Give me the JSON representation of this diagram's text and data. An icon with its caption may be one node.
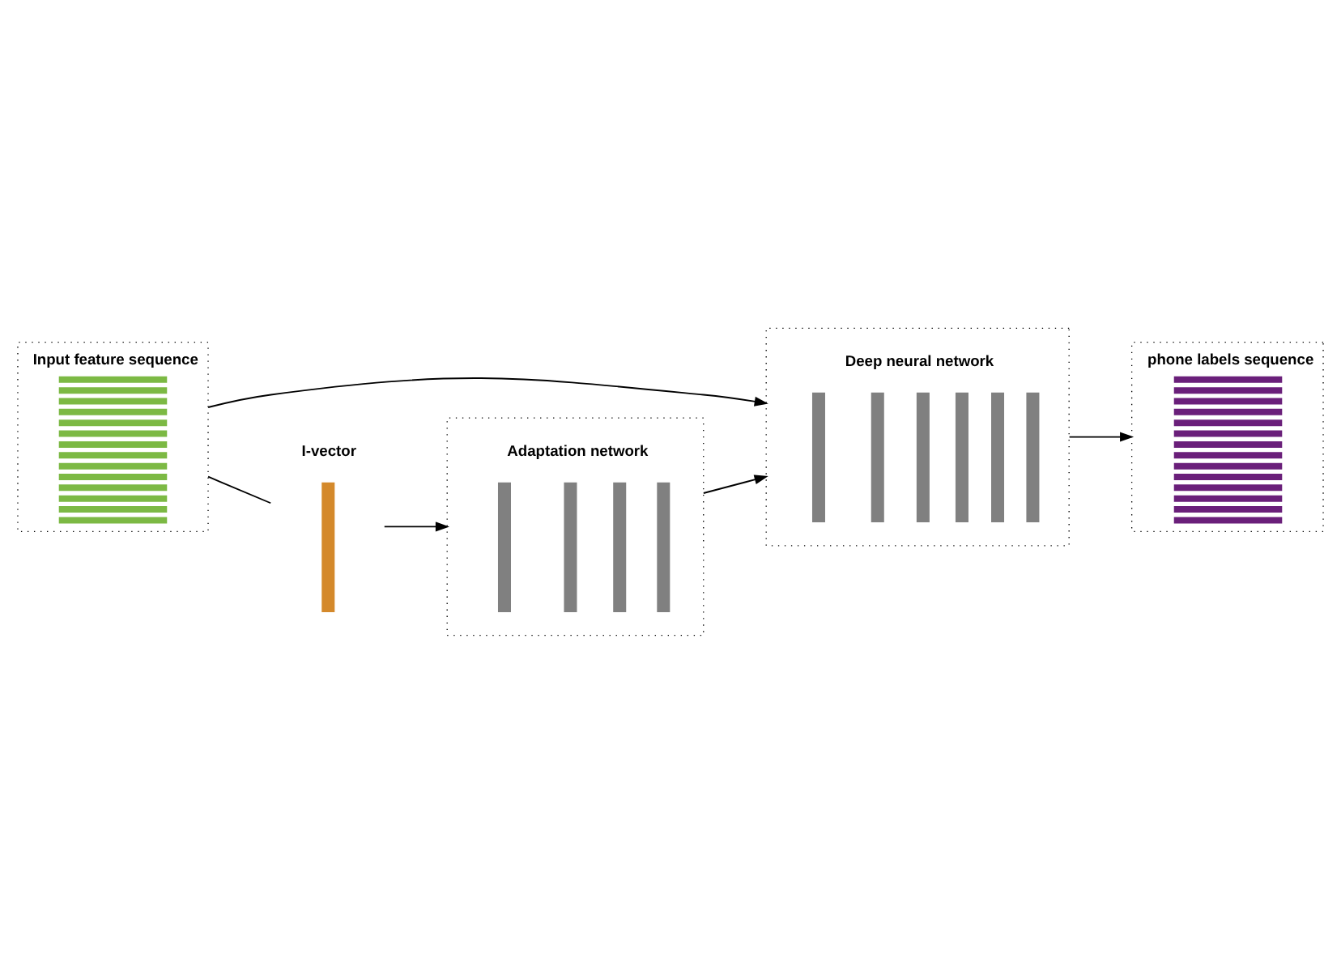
{
  "diagram": {
    "nodes": [
      {
        "text": [
          "Input feature sequence"
        ]
      },
      {
        "text": [
          "Deep neural network"
        ]
      },
      {
        "text": [
          "phone labels sequence"
        ]
      },
      {
        "text": [
          "I-vector"
        ]
      },
      {
        "text": [
          "Adaptation network"
        ]
      }
    ],
    "edges": [
      {
        "from": 0,
        "to": 1,
        "arrow": "to"
      },
      {
        "from": 1,
        "to": 2,
        "arrow": "to"
      },
      {
        "from": 0,
        "to": 3,
        "arrow": "none"
      },
      {
        "from": 3,
        "to": 4,
        "arrow": "to"
      },
      {
        "from": 4,
        "to": 1,
        "arrow": "to"
      }
    ]
  }
}
